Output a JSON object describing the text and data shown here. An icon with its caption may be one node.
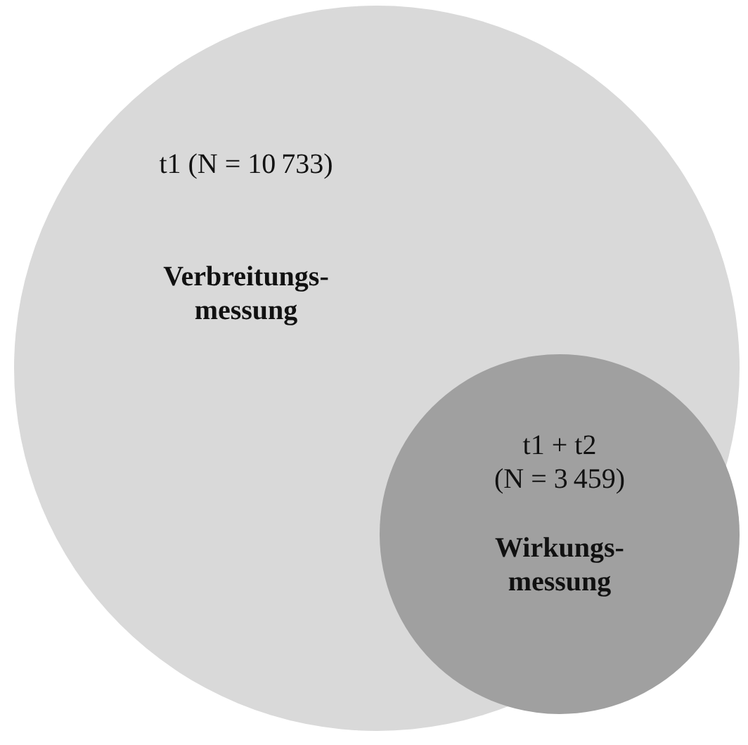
{
  "diagram": {
    "nodes": [
      {
        "text": [
          "t1 (N = 10 733)",
          "Verbreitungs- messung"
        ]
      },
      {
        "text": [
          "t1 + t2 (N = 3 459)",
          "Wirkungs- messung"
        ],
        "in": 0
      }
    ]
  }
}
